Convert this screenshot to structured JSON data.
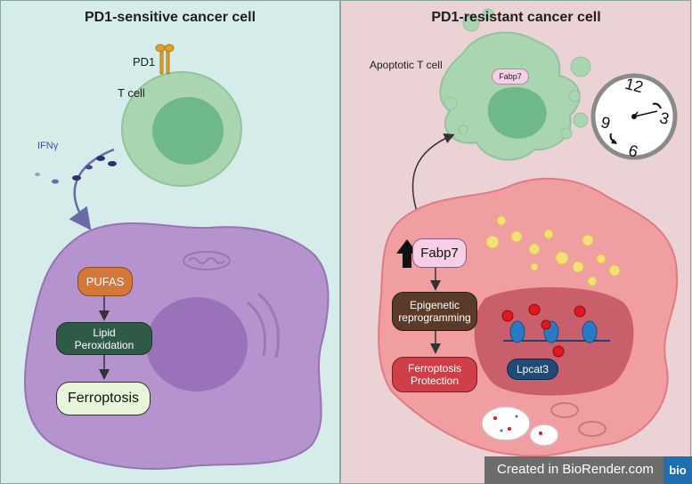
{
  "left_panel": {
    "title": "PD1-sensitive cancer cell",
    "pd1_label": "PD1",
    "t_cell_label": "T cell",
    "ifn_label": "IFNγ",
    "pufas": "PUFAS",
    "lipid_peroxidation": "Lipid Peroxidation",
    "ferroptosis": "Ferroptosis"
  },
  "right_panel": {
    "title": "PD1-resistant cancer cell",
    "apoptotic_label": "Apoptotic T cell",
    "fabp7_small": "Fabp7",
    "fabp7": "Fabp7",
    "epigenetic": "Epigenetic reprogramming",
    "ferroptosis_protection": "Ferroptosis Protection",
    "lpcat3": "Lpcat3",
    "clock": {
      "n12": "12",
      "n3": "3",
      "n6": "6",
      "n9": "9"
    }
  },
  "watermark": {
    "text": "Created in BioRender.com",
    "logo": "bio"
  },
  "colors": {
    "left_bg": "#d5ecea",
    "right_bg": "#ebd2d4",
    "pufas": "#d6773a",
    "lipid": "#2f5a48",
    "ferroptosis": "#e7f6d8",
    "epigenetic": "#5a3a28",
    "protection": "#cf3f47",
    "lpcat3": "#1f4a7a",
    "fabp7": "#f5cfe6"
  }
}
